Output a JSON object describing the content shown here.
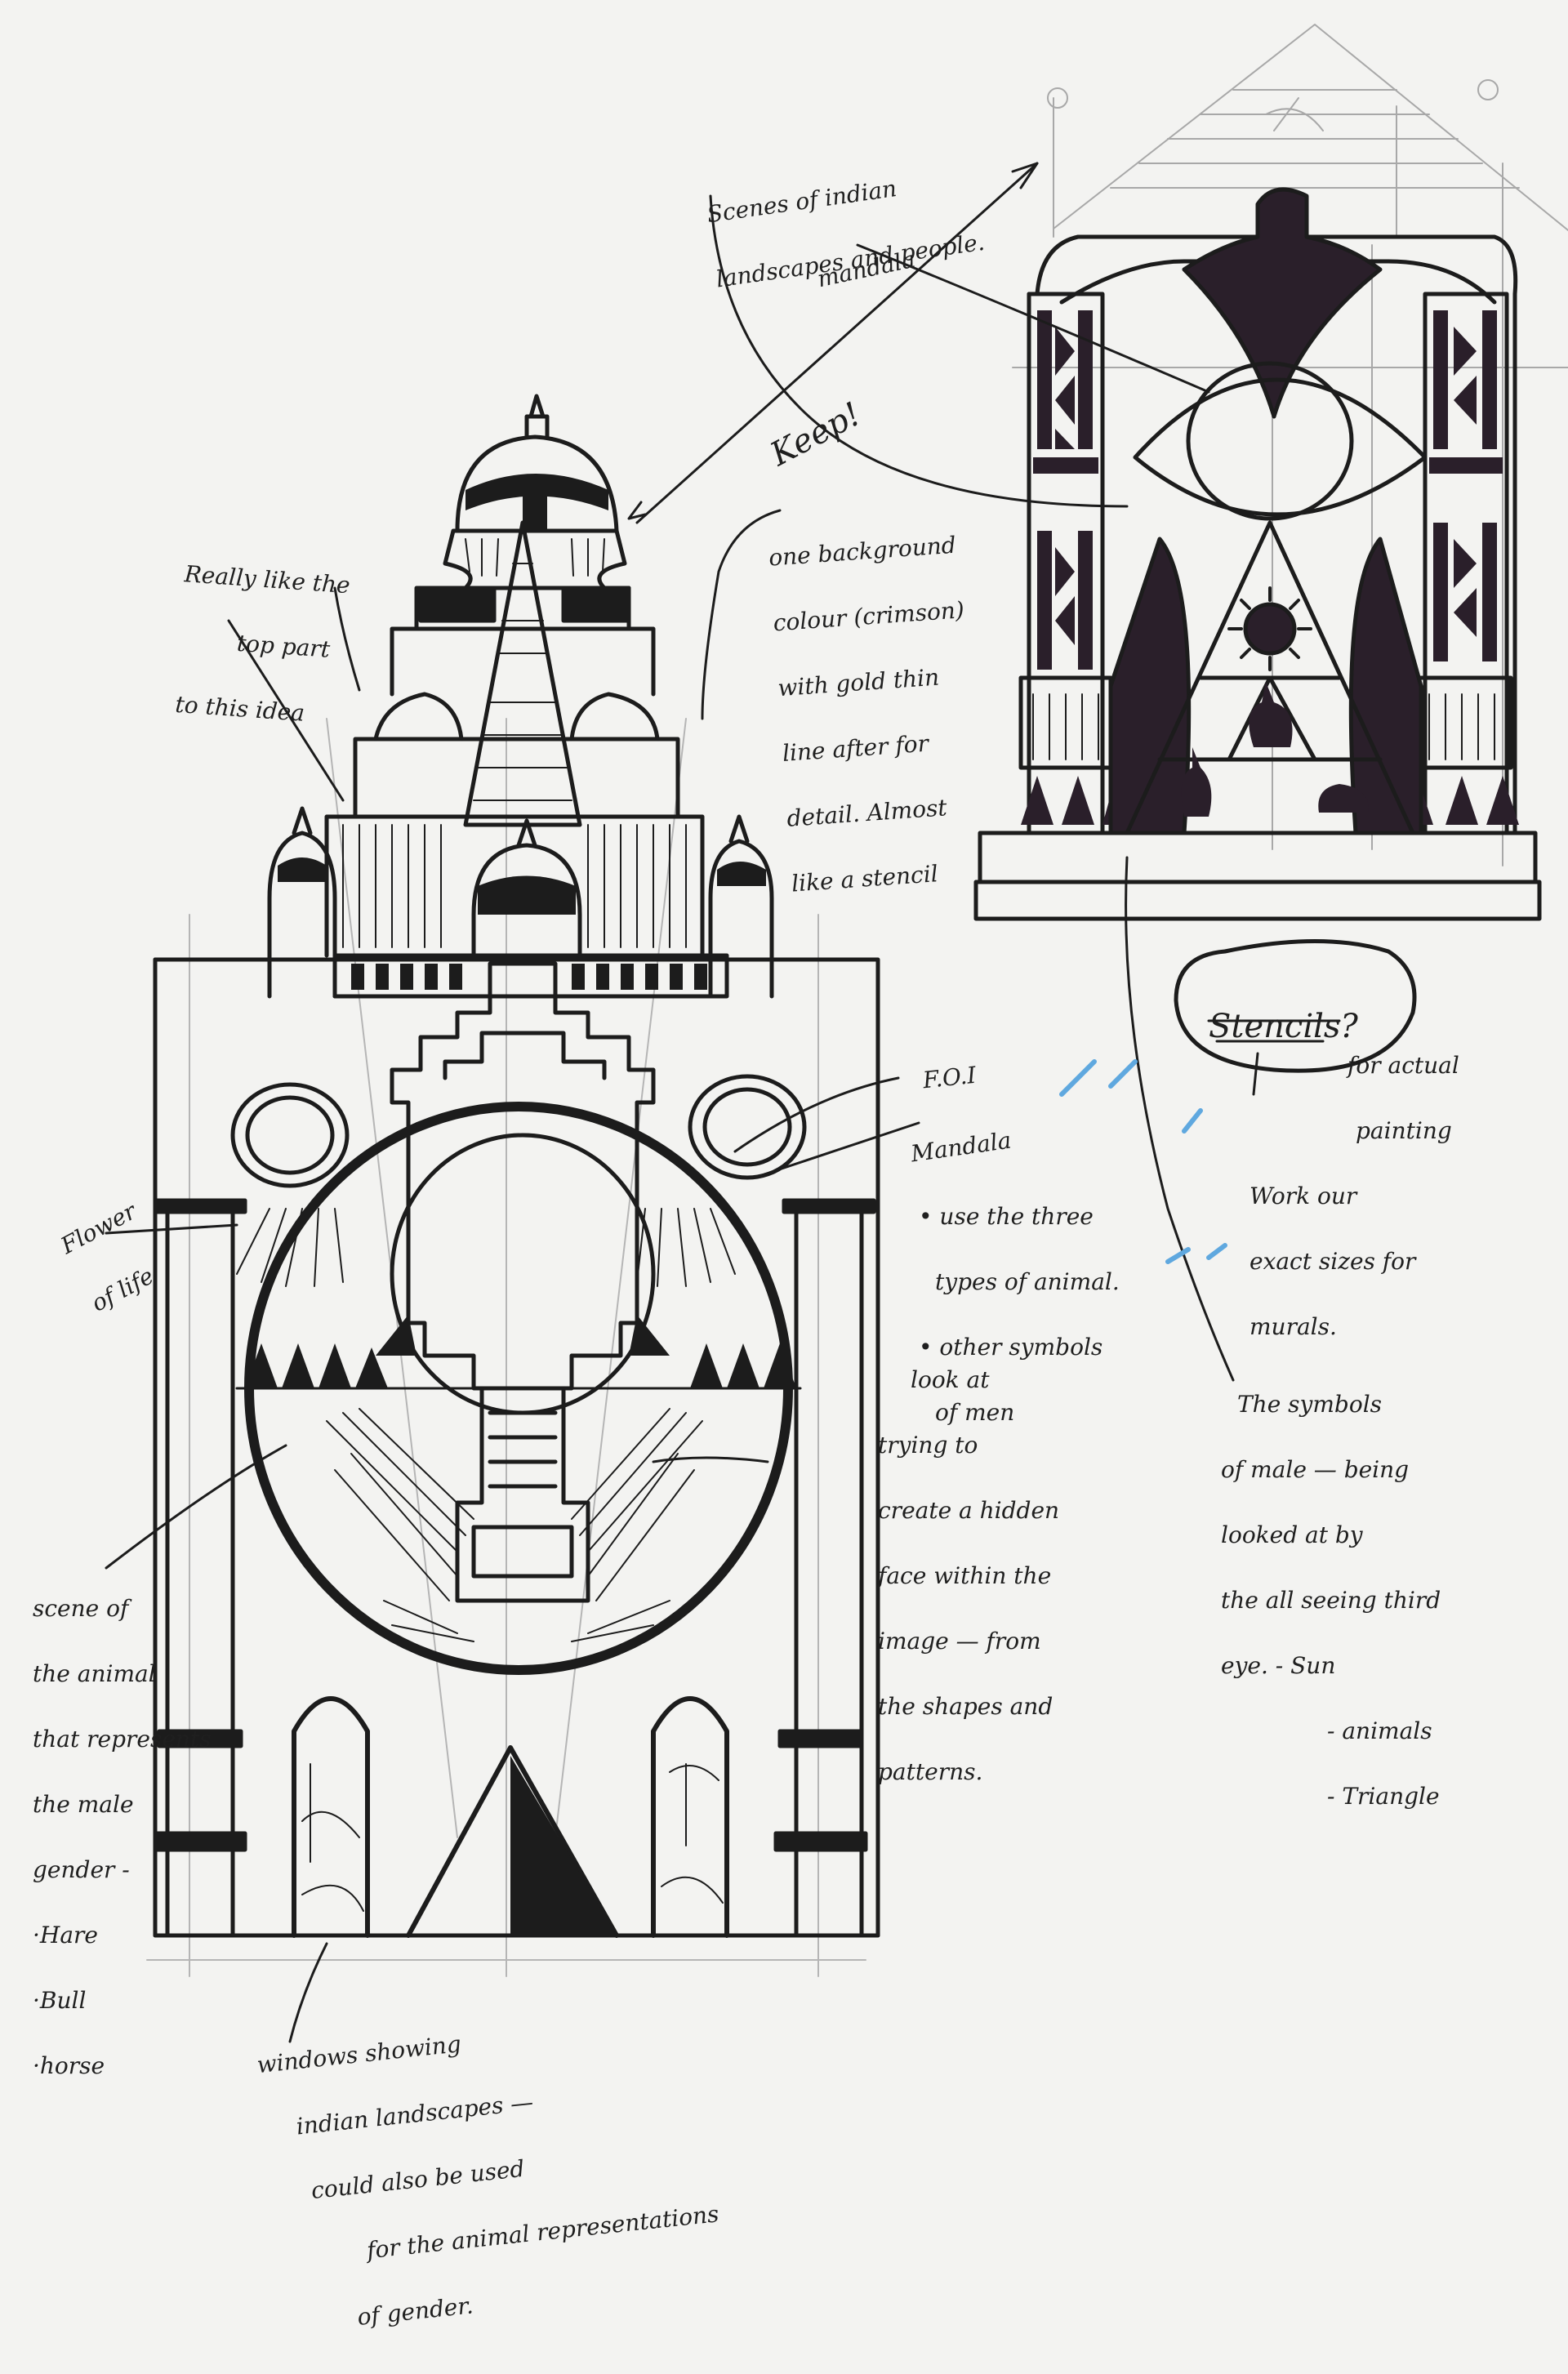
{
  "annotations": {
    "scenes": [
      "Scenes of indian",
      "landscapes and people."
    ],
    "mandala_top": "mandala",
    "keep": "Keep!",
    "top_part": [
      "Really like the",
      "top part",
      "to this idea"
    ],
    "stencil_note": [
      "one background",
      "colour (crimson)",
      "with gold thin",
      "line after for",
      "detail. Almost",
      "like a stencil"
    ],
    "stencils": "Stencils?",
    "actual_painting": [
      "for actual",
      "painting"
    ],
    "sizes": [
      "Work our",
      "exact sizes for",
      "murals."
    ],
    "foi": "F.O.I",
    "mandala_mid": "Mandala",
    "animals": [
      "use the three",
      "types of animal.",
      "other symbols",
      "of men"
    ],
    "hidden_face": [
      "look at",
      "trying to",
      "create a hidden",
      "face within the",
      "image — from",
      "the shapes and",
      "patterns."
    ],
    "symbols": [
      "The symbols",
      "of male — being",
      "looked at by",
      "the all seeing third",
      "eye. - Sun",
      "- animals",
      "- Triangle"
    ],
    "flower": [
      "Flower",
      "of life"
    ],
    "scene_animal": [
      "scene of",
      "the animal",
      "that represents",
      "the male",
      "gender -",
      "·Hare",
      "·Bull",
      "·horse"
    ],
    "windows": [
      "windows showing",
      "indian landscapes —",
      "could also be used",
      "for the animal representations",
      "of gender."
    ]
  },
  "colors": {
    "ink": "#1c1c1c",
    "paper": "#f3f3f1",
    "marker": "#2a1f2a",
    "blue_flecks": "#5fa8df"
  }
}
